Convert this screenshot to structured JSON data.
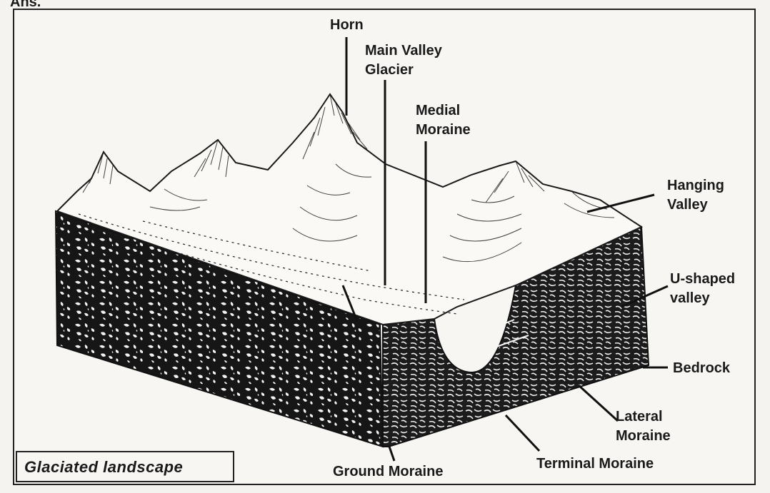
{
  "caption": "Glaciated landscape",
  "top_fragment": "Ans.",
  "labels": {
    "horn": [
      "Horn"
    ],
    "main_valley_glacier": [
      "Main Valley",
      "Glacier"
    ],
    "medial_moraine": [
      "Medial",
      "Moraine"
    ],
    "hanging_valley": [
      "Hanging",
      "Valley"
    ],
    "u_shaped_valley": [
      "U-shaped",
      "valley"
    ],
    "bedrock": [
      "Bedrock"
    ],
    "lateral_moraine": [
      "Lateral",
      "Moraine"
    ],
    "terminal_moraine": [
      "Terminal Moraine"
    ],
    "ground_moraine": [
      "Ground Moraine"
    ]
  },
  "colors": {
    "ink": "#1a1a1a",
    "paper": "#f7f6f3",
    "rock": "#151515"
  }
}
